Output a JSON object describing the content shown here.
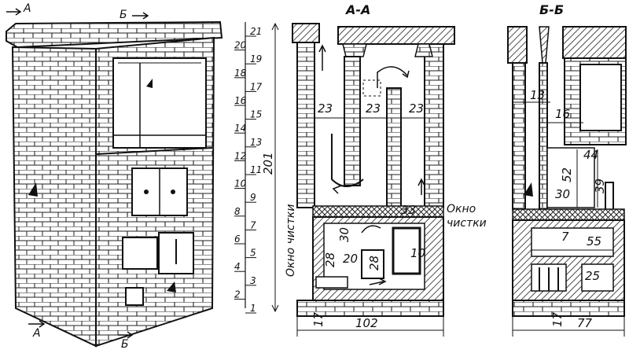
{
  "markers": {
    "cut_a": "А",
    "cut_b": "Б"
  },
  "row_numbers": [
    "21",
    "20",
    "19",
    "18",
    "17",
    "16",
    "15",
    "14",
    "13",
    "12",
    "11",
    "10",
    "9",
    "8",
    "7",
    "6",
    "5",
    "4",
    "3",
    "2",
    "1"
  ],
  "dimensions": {
    "total_height": "201"
  },
  "section_aa": {
    "title": "А-А",
    "w1": "23",
    "w2": "23",
    "w3": "23",
    "d33": "33",
    "d30": "30",
    "d28a": "28",
    "d20": "20",
    "d28b": "28",
    "d10": "10",
    "d17": "17",
    "width": "102",
    "window_vertical": "Окно чистки",
    "window_right_l1": "Окно",
    "window_right_l2": "чистки"
  },
  "section_bb": {
    "title": "Б-Б",
    "d13": "13",
    "d16": "16",
    "d44": "44",
    "d52": "52",
    "d30": "30",
    "d39": "39",
    "d7": "7",
    "d55": "55",
    "d25": "25",
    "d17": "17",
    "width": "77"
  }
}
